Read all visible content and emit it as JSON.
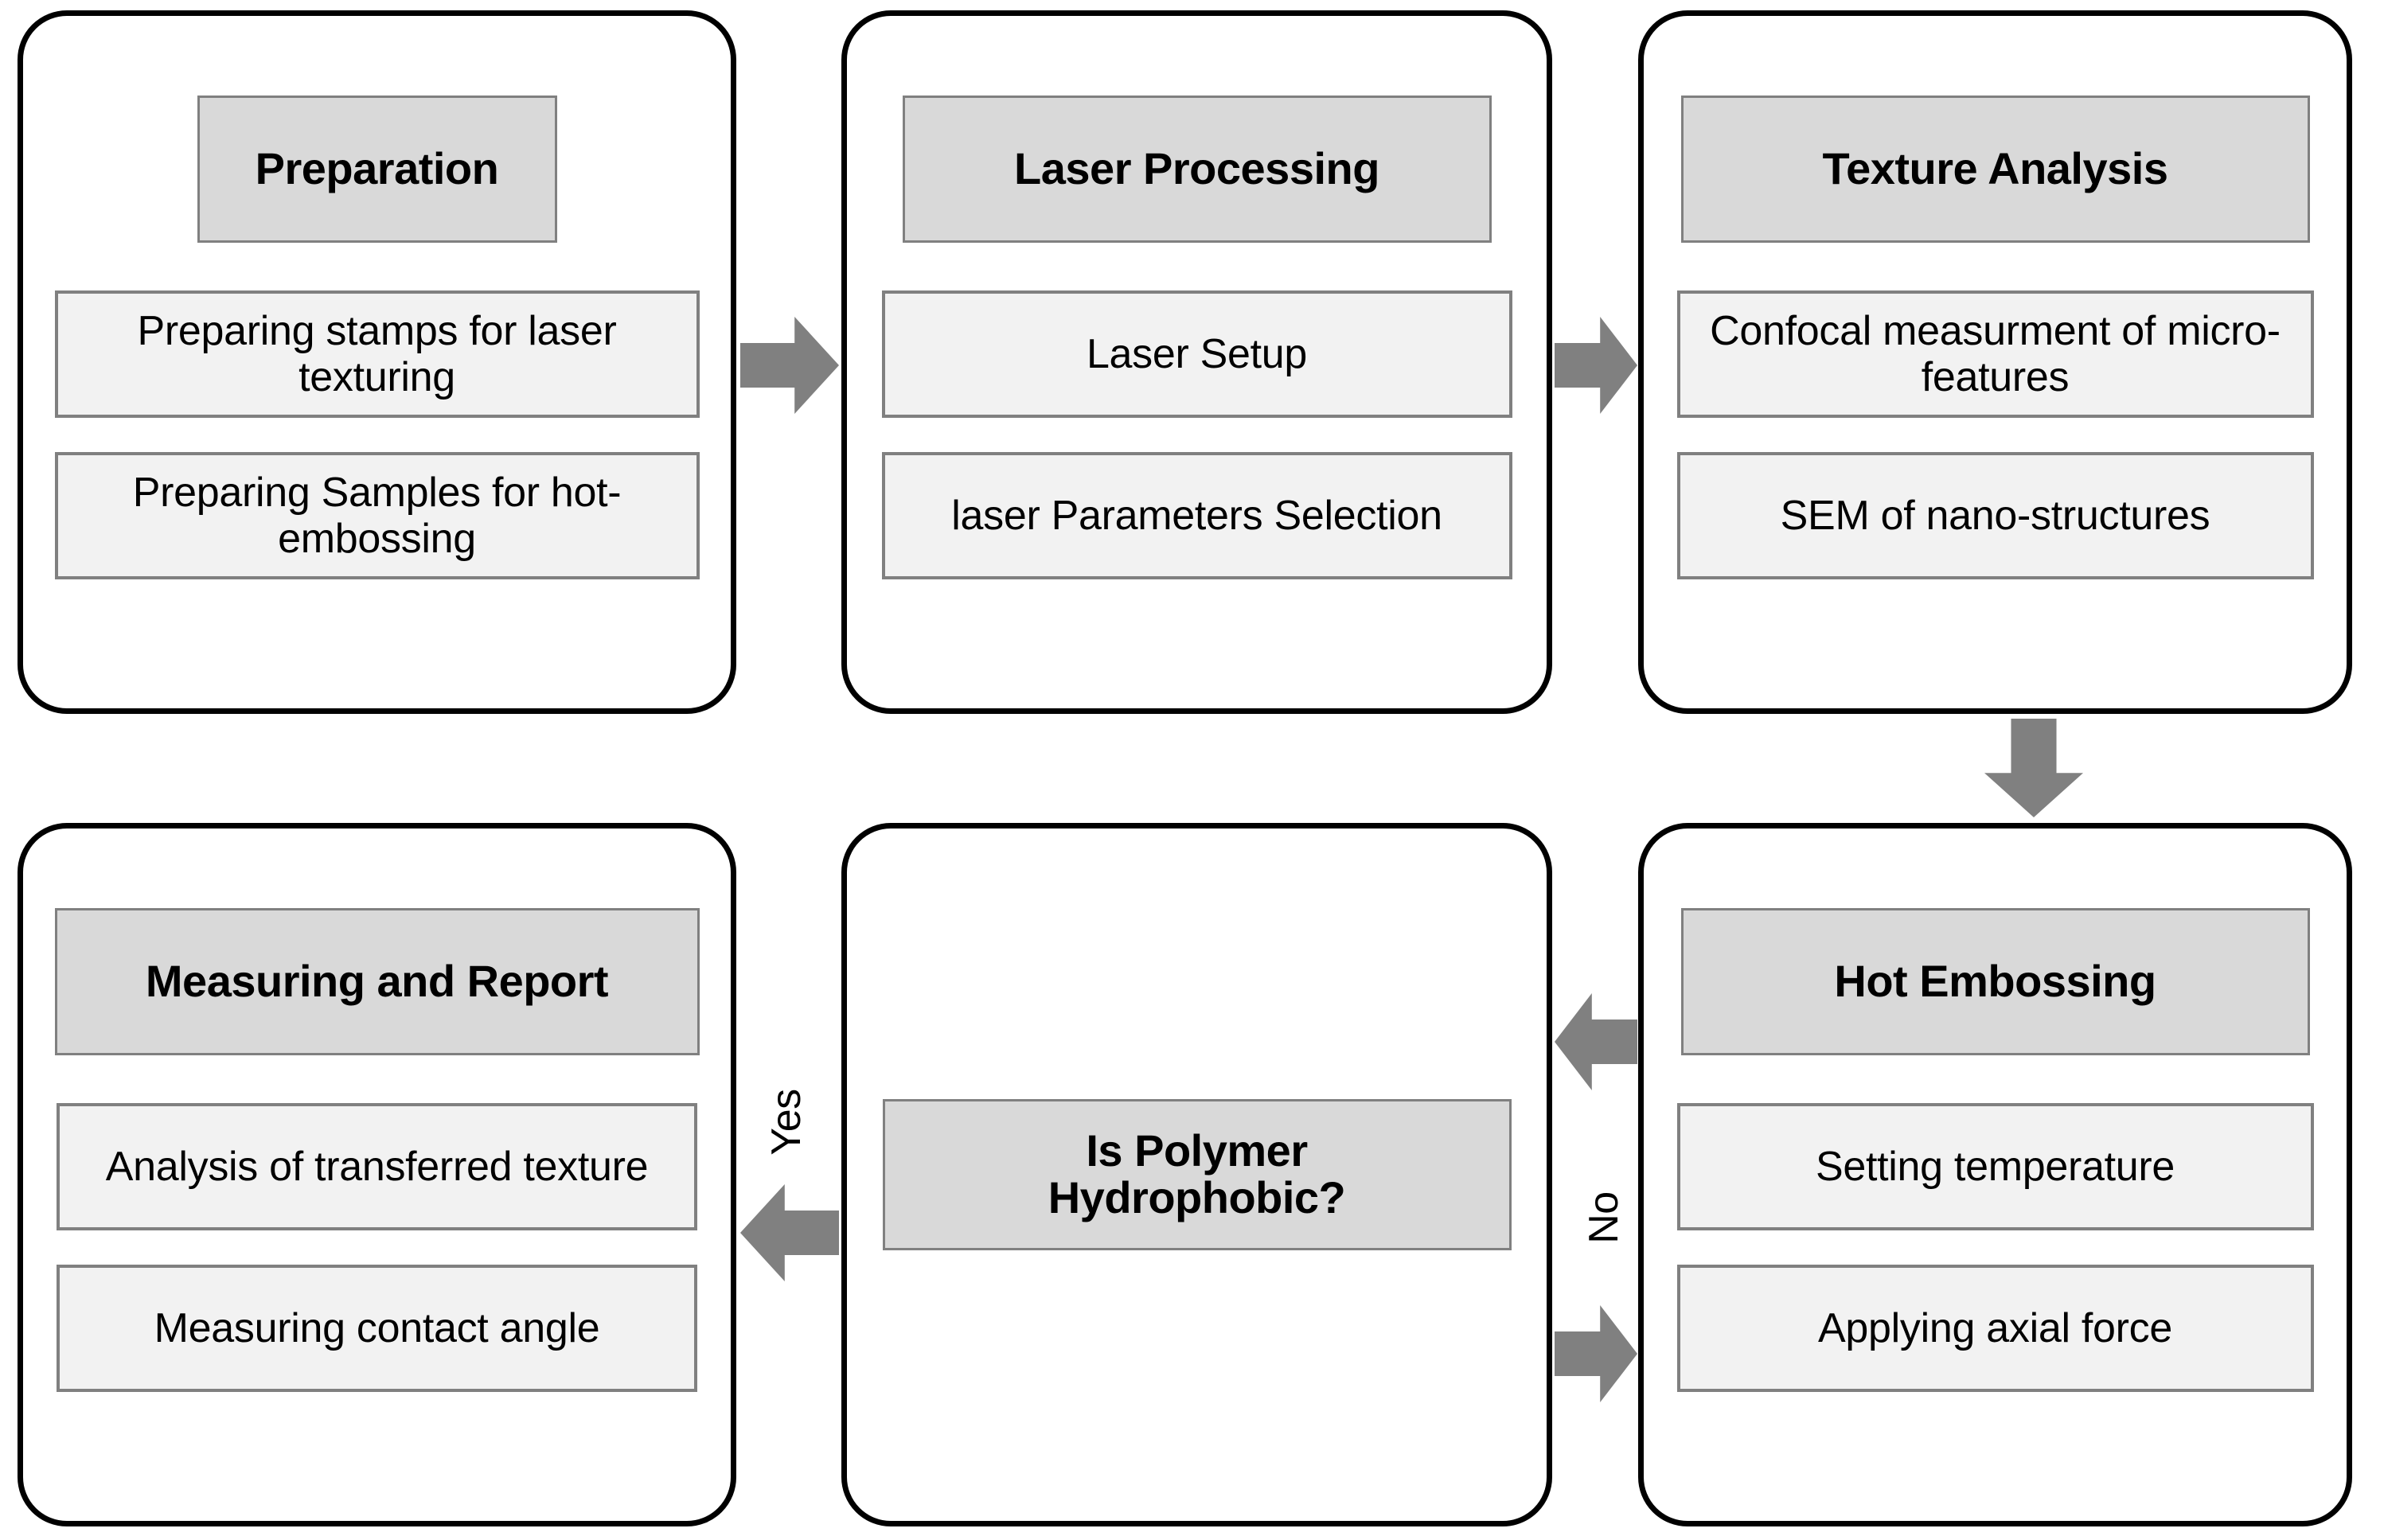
{
  "diagram": {
    "title": "Laser texturing and hot embossing process flowchart",
    "colors": {
      "container_border": "#000000",
      "header_fill": "#D9D9D9",
      "item_fill": "#F2F2F2",
      "item_border": "#808080",
      "arrow_fill": "#808080",
      "background": "#FFFFFF"
    },
    "stages": [
      {
        "id": "preparation",
        "header": "Preparation",
        "items": [
          "Preparing stamps for laser texturing",
          "Preparing Samples for hot-embossing"
        ]
      },
      {
        "id": "laser-processing",
        "header": "Laser Processing",
        "items": [
          "Laser Setup",
          "laser\nParameters Selection"
        ]
      },
      {
        "id": "texture-analysis",
        "header": "Texture Analysis",
        "items": [
          "Confocal measurment of micro-features",
          "SEM of nano-structures"
        ]
      },
      {
        "id": "measuring-and-report",
        "header": "Measuring and Report",
        "items": [
          "Analysis of  transferred texture",
          "Measuring contact angle"
        ]
      },
      {
        "id": "decision",
        "header": "Is Polymer Hydrophobic?",
        "header_line1": "Is Polymer",
        "header_line2": "Hydrophobic?",
        "items": []
      },
      {
        "id": "hot-embossing",
        "header": "Hot Embossing",
        "items": [
          "Setting temperature",
          "Applying axial force"
        ]
      }
    ],
    "edges": [
      {
        "id": "prep-to-laser",
        "from": "preparation",
        "to": "laser-processing",
        "direction": "right",
        "label": ""
      },
      {
        "id": "laser-to-texture",
        "from": "laser-processing",
        "to": "texture-analysis",
        "direction": "right",
        "label": ""
      },
      {
        "id": "texture-to-hotemb",
        "from": "texture-analysis",
        "to": "hot-embossing",
        "direction": "down",
        "label": ""
      },
      {
        "id": "hotemb-to-decision",
        "from": "hot-embossing",
        "to": "decision",
        "direction": "left",
        "label": ""
      },
      {
        "id": "decision-to-report",
        "from": "decision",
        "to": "measuring-and-report",
        "direction": "left",
        "label": "Yes"
      },
      {
        "id": "decision-to-hotemb",
        "from": "decision",
        "to": "hot-embossing",
        "direction": "right",
        "label": "No"
      }
    ],
    "labels": {
      "yes": "Yes",
      "no": "No"
    }
  }
}
